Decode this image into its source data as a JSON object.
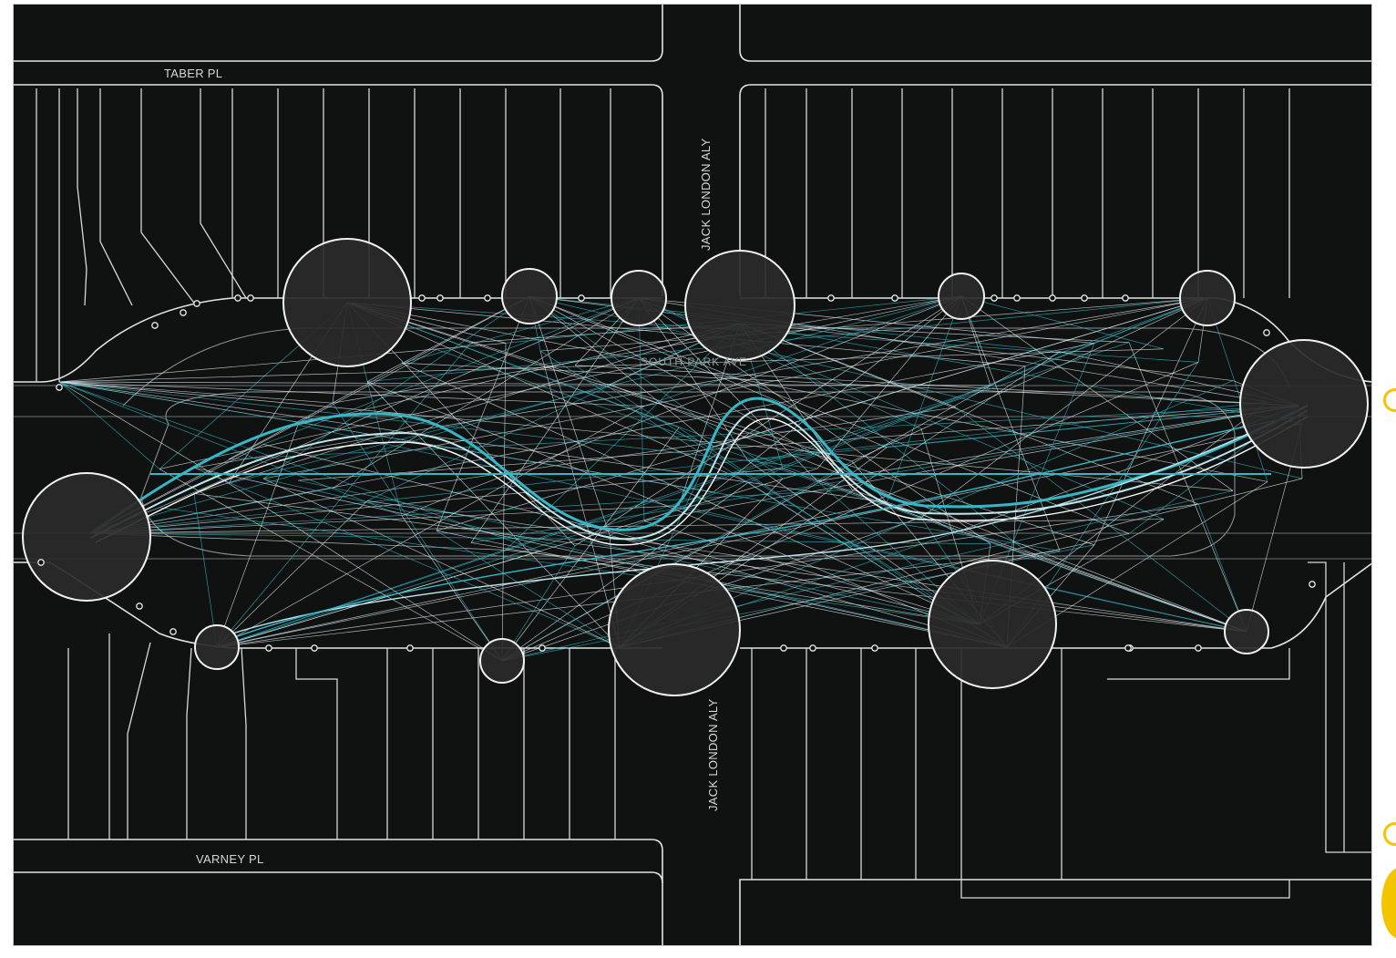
{
  "map": {
    "streets": {
      "top": "TABER PL",
      "bottom": "VARNEY PL",
      "alley_upper": "JACK LONDON ALY",
      "alley_lower": "JACK LONDON ALY",
      "park": "SOUTH PARK AVE"
    },
    "colors": {
      "background": "#101212",
      "lines": "#e6e6e6",
      "accent_cyan": "#36b7c6",
      "light_cyan": "#bfe8ee",
      "circle_fill": "#2b2a2a",
      "margin_accent": "#f5c400"
    }
  }
}
